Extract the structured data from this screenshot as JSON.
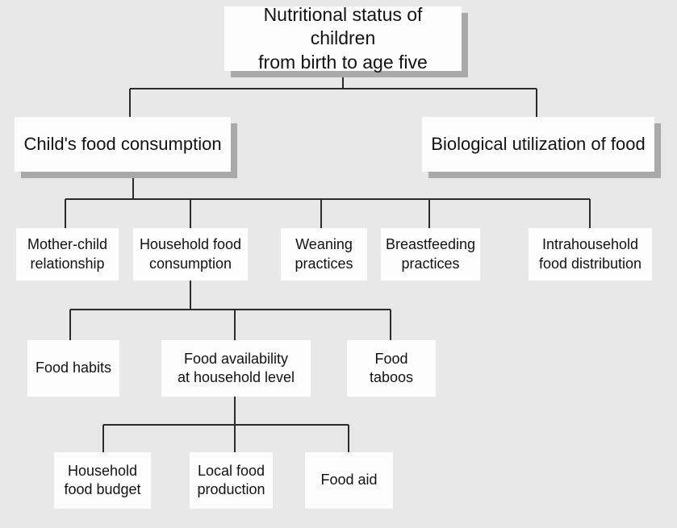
{
  "diagram": {
    "type": "hierarchy-tree",
    "title": "Nutritional status of children from birth to age five",
    "background_color": "#e8e8e8",
    "box_color": "#fdfdfd",
    "shadow_color": "#a9a9a9",
    "line_color": "#2b2b2b",
    "levels": {
      "level1": [
        {
          "id": "root",
          "label": "Nutritional status of children\nfrom birth to age five"
        }
      ],
      "level2": [
        {
          "id": "child-food-consumption",
          "label": "Child's food consumption"
        },
        {
          "id": "biological-utilization",
          "label": "Biological utilization of food"
        }
      ],
      "level3": [
        {
          "id": "mother-child-relationship",
          "label": "Mother-child\nrelationship"
        },
        {
          "id": "household-food-consumption",
          "label": "Household food\nconsumption"
        },
        {
          "id": "weaning-practices",
          "label": "Weaning\npractices"
        },
        {
          "id": "breastfeeding-practices",
          "label": "Breastfeeding\npractices"
        },
        {
          "id": "intrahousehold-food-distribution",
          "label": "Intrahousehold\nfood distribution"
        }
      ],
      "level4": [
        {
          "id": "food-habits",
          "label": "Food habits"
        },
        {
          "id": "food-availability",
          "label": "Food availability\nat household level"
        },
        {
          "id": "food-taboos",
          "label": "Food taboos"
        }
      ],
      "level5": [
        {
          "id": "household-food-budget",
          "label": "Household\nfood budget"
        },
        {
          "id": "local-food-production",
          "label": "Local food\nproduction"
        },
        {
          "id": "food-aid",
          "label": "Food aid"
        }
      ]
    }
  }
}
